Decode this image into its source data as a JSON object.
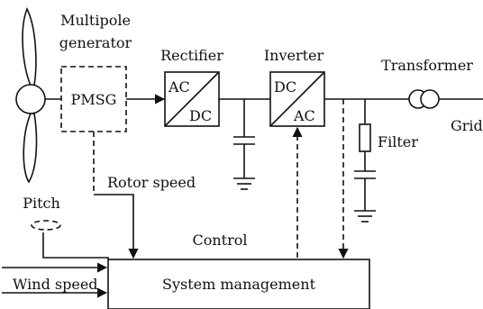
{
  "labels": {
    "multipole_line1": "Multipole",
    "multipole_line2": "generator",
    "pmsg": "PMSG",
    "rectifier": "Rectifier",
    "rectifier_ac": "AC",
    "rectifier_dc": "DC",
    "inverter": "Inverter",
    "inverter_dc": "DC",
    "inverter_ac": "AC",
    "transformer": "Transformer",
    "grid": "Grid",
    "filter": "Filter",
    "rotor_speed": "Rotor speed",
    "pitch": "Pitch",
    "control": "Control",
    "wind_speed": "Wind speed",
    "system_management": "System management"
  }
}
